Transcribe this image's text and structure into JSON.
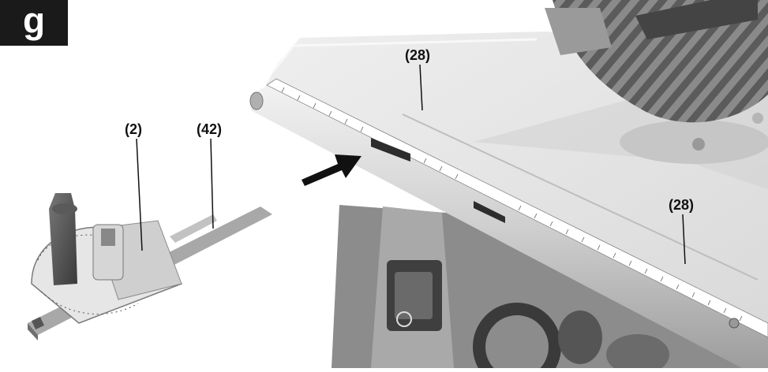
{
  "figure_letter": "g",
  "callouts": {
    "miter_gauge": "(2)",
    "guide_bar": "(42)",
    "table_rail_top": "(28)",
    "table_rail_right": "(28)"
  },
  "colors": {
    "badge": "#1a1a1a",
    "arrow": "#111111",
    "table": "#e4e4e4",
    "rail": "#cfcfcf"
  }
}
